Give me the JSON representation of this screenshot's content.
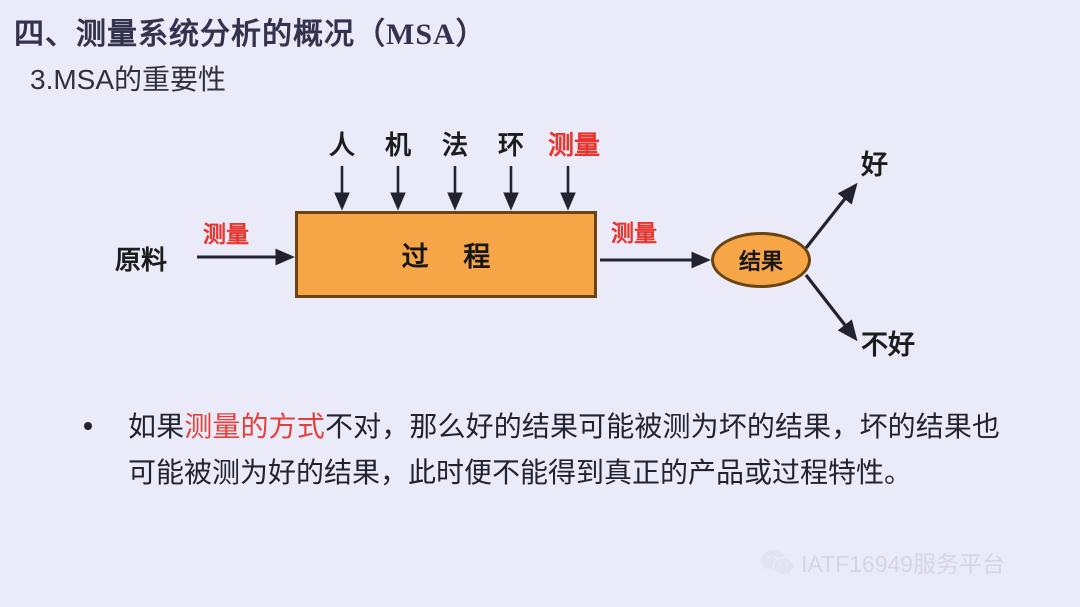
{
  "slide": {
    "background_color": "#eaeaf8",
    "title": "四、测量系统分析的概况（MSA）",
    "subtitle": "3.MSA的重要性",
    "title_color": "#33334d"
  },
  "diagram": {
    "type": "process-flow",
    "accent_fill": "#f7a647",
    "accent_border": "#6b4414",
    "highlight_color": "#e8352e",
    "input_label": "原料",
    "input_measure_label": "测量",
    "process_label": "过 程",
    "output_measure_label": "测量",
    "result_label": "结果",
    "top_factors": [
      {
        "label": "人",
        "color": "#1c1c1c"
      },
      {
        "label": "机",
        "color": "#1c1c1c"
      },
      {
        "label": "法",
        "color": "#1c1c1c"
      },
      {
        "label": "环",
        "color": "#1c1c1c"
      },
      {
        "label": "测量",
        "color": "#e8352e"
      }
    ],
    "outcomes": [
      {
        "label": "好",
        "direction": "up-right"
      },
      {
        "label": "不好",
        "direction": "down-right"
      }
    ]
  },
  "bullet": {
    "marker": "•",
    "segments": [
      {
        "text": "如果",
        "color": "normal"
      },
      {
        "text": "测量的方式",
        "color": "red"
      },
      {
        "text": "不对，那么好的结果可能被测为坏的结果，坏的结果也可能被测为好的结果，此时便不能得到真正的产品或过程特性。",
        "color": "normal"
      }
    ],
    "full_text": "如果测量的方式不对，那么好的结果可能被测为坏的结果，坏的结果也可能被测为好的结果，此时便不能得到真正的产品或过程特性。"
  },
  "watermark": {
    "icon": "wechat-icon",
    "text": "IATF16949服务平台",
    "color": "#b9b9d4"
  }
}
